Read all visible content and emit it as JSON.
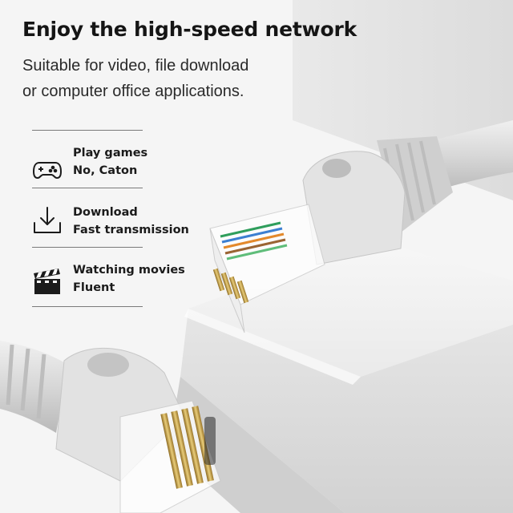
{
  "headline": "Enjoy the high-speed network",
  "subtitle": {
    "line1": "Suitable for video, file download",
    "line2": "or computer office applications."
  },
  "features": [
    {
      "icon": "gamepad-icon",
      "title": "Play games",
      "detail": "No, Caton"
    },
    {
      "icon": "download-icon",
      "title": "Download",
      "detail": "Fast transmission"
    },
    {
      "icon": "clapperboard-icon",
      "title": "Watching movies",
      "detail": "Fluent"
    }
  ],
  "product": {
    "name": "ethernet-cable-rj45-connectors",
    "cable_color": "#d9d9d9",
    "accent_gold": "#c8a24a"
  }
}
